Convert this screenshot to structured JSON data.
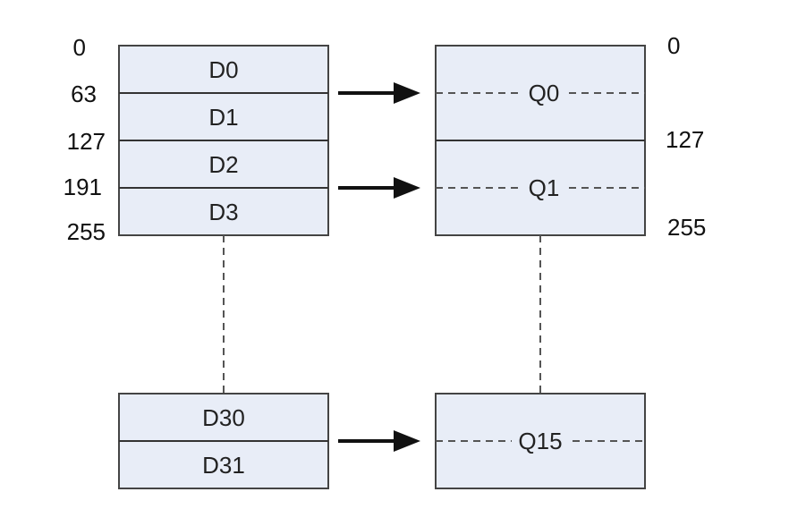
{
  "left_offsets": [
    "0",
    "63",
    "127",
    "191",
    "255"
  ],
  "right_offsets": [
    "0",
    "127",
    "255"
  ],
  "d_registers": {
    "top": [
      "D0",
      "D1",
      "D2",
      "D3"
    ],
    "bottom": [
      "D30",
      "D31"
    ]
  },
  "q_registers": {
    "top": [
      "Q0",
      "Q1"
    ],
    "bottom": [
      "Q15"
    ]
  },
  "colors": {
    "cell_fill": "#e8edf7",
    "border": "#444444",
    "arrow": "#111111"
  }
}
